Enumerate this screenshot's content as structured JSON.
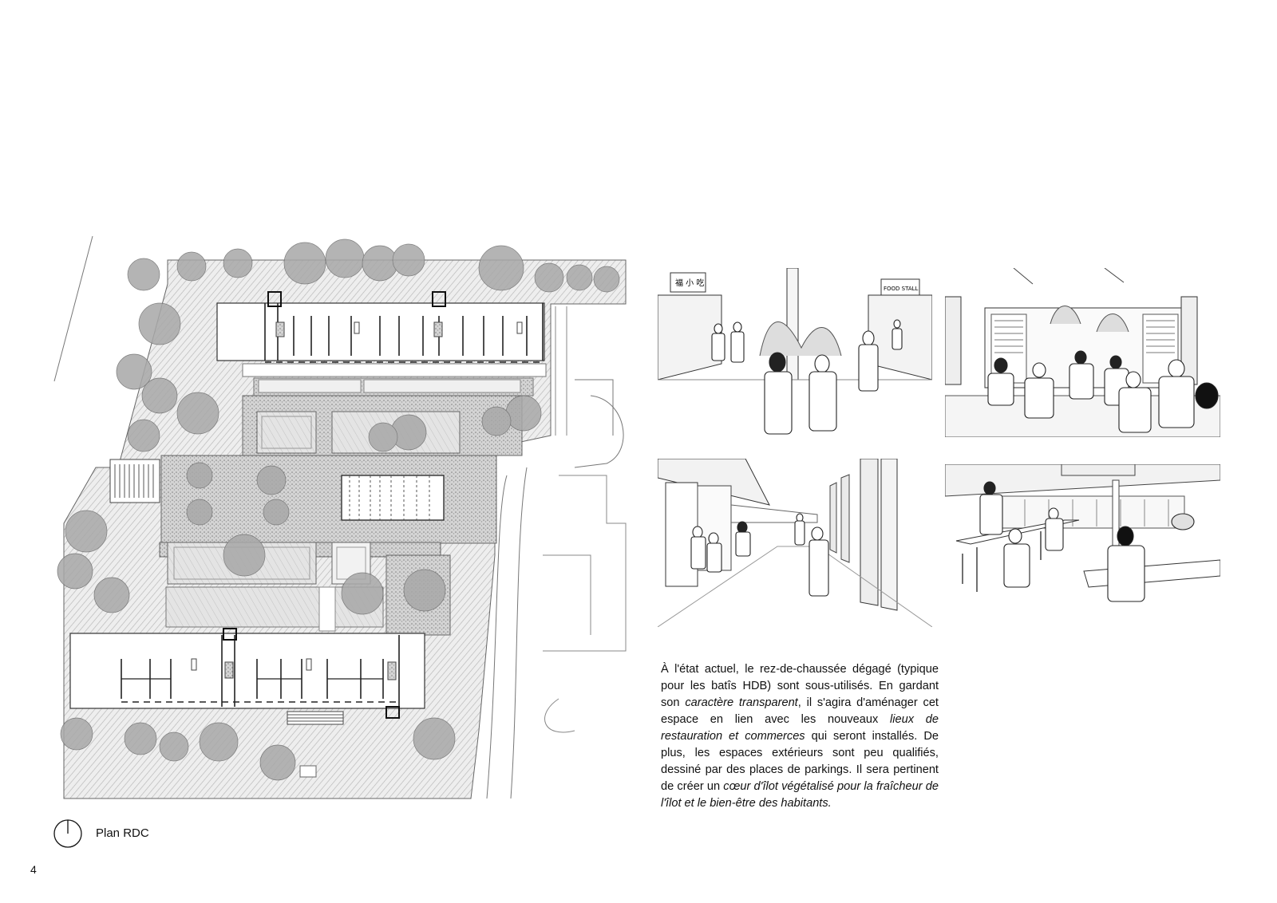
{
  "plan": {
    "caption": "Plan RDC"
  },
  "description": {
    "p1": "À l'état actuel, le rez-de-chaussée dégagé (typique pour les batîs HDB) sont sous-utilisés. En gardant son ",
    "e1": "caractère transparent",
    "p2": ", il s'agira d'aménager cet espace en lien avec les nouveaux ",
    "e2": "lieux de restauration et commerces",
    "p3": " qui seront installés. De plus, les espaces extérieurs sont peu qualifiés, dessiné par des places de parkings. Il sera pertinent de créer un ",
    "e3": "cœur d'îlot végétalisé pour la fraîcheur de l'îlot et le bien-être des habitants."
  },
  "page": {
    "number": "4"
  },
  "sketches": [
    {
      "id": "sketch-food-court-passage",
      "signs": [
        "福 小 吃",
        "FOOD STALL"
      ]
    },
    {
      "id": "sketch-seated-dining-hall"
    },
    {
      "id": "sketch-covered-walkway"
    },
    {
      "id": "sketch-hawker-benches"
    }
  ]
}
